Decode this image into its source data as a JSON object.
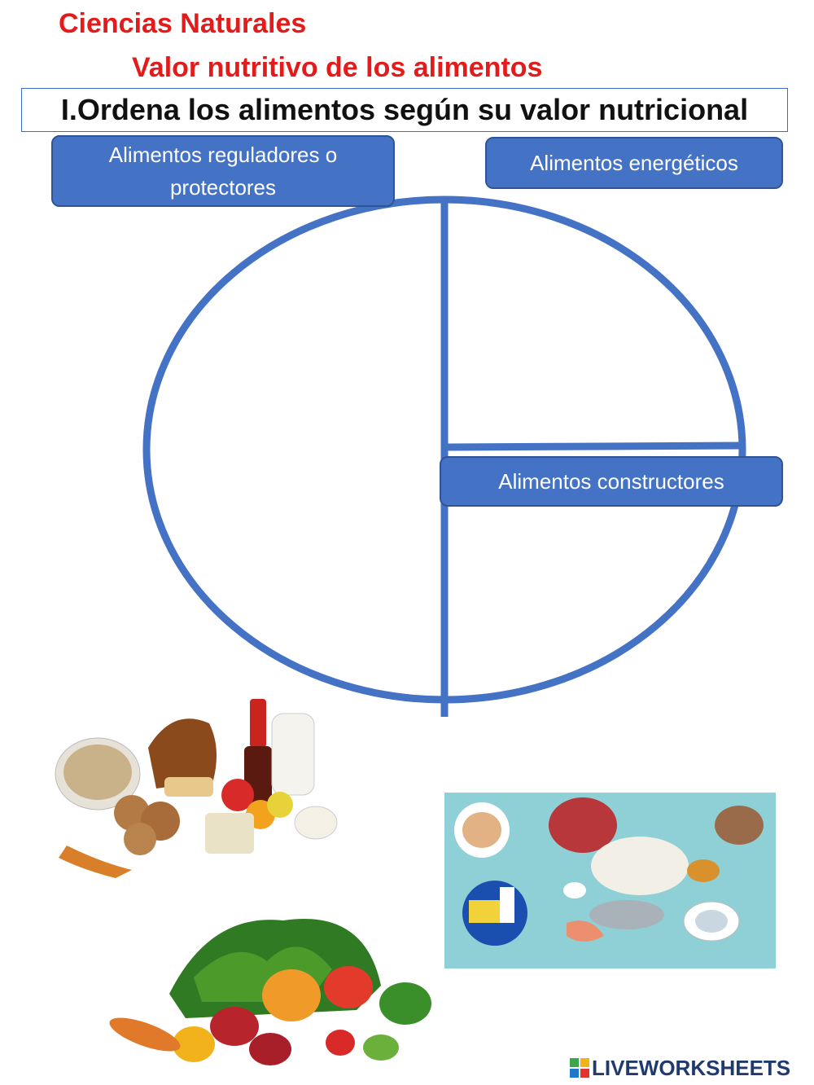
{
  "header": {
    "subject": "Ciencias Naturales",
    "topic": "Valor nutritivo de los alimentos",
    "instruction": "I.Ordena los alimentos según su valor nutricional"
  },
  "categories": {
    "regulators": "Alimentos reguladores o protectores",
    "energy": "Alimentos energéticos",
    "builders": "Alimentos constructores"
  },
  "images": {
    "energy_foods": "energy-foods-image",
    "builder_foods": "builder-foods-image",
    "vegetables_fruits": "vegetables-fruits-image"
  },
  "colors": {
    "title_red": "#e31b1b",
    "label_blue": "#4472c4",
    "plate_blue": "#4472c4"
  },
  "footer": {
    "brand": "LIVEWORKSHEETS"
  }
}
